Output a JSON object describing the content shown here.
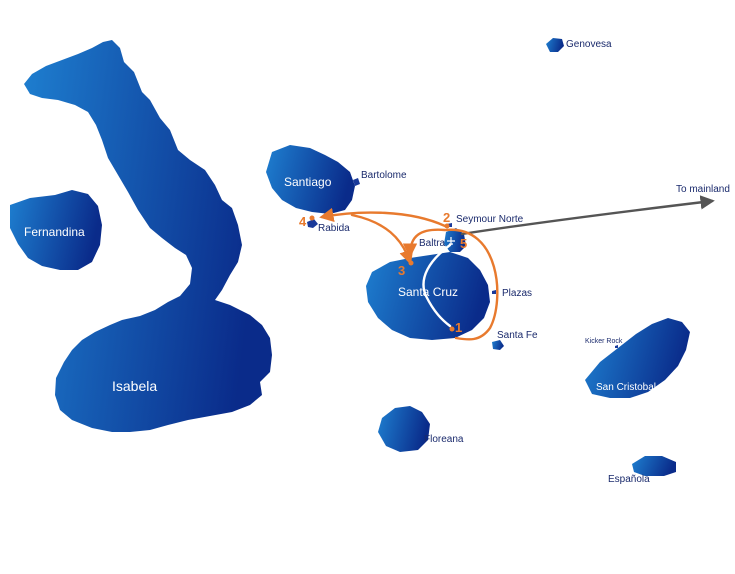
{
  "colors": {
    "island_light": "#1e7fd0",
    "island_dark": "#0a2b8a",
    "route": "#e87a2e",
    "mainland_line": "#555555",
    "inner_route": "#ffffff",
    "label_dark": "#1a2a6c"
  },
  "islands": {
    "isabela": "Isabela",
    "fernandina": "Fernandina",
    "santiago": "Santiago",
    "santa_cruz": "Santa Cruz",
    "san_cristobal": "San Cristobal",
    "floreana": "Floreana",
    "espanola": "Española",
    "genovesa": "Genovesa",
    "bartolome": "Bartolome",
    "rabida": "Rabida",
    "seymour_norte": "Seymour Norte",
    "baltra": "Baltra",
    "plazas": "Plazas",
    "santa_fe": "Santa Fe",
    "kicker_rock": "Kicker Rock"
  },
  "mainland_label": "To mainland",
  "stops": [
    "1",
    "2",
    "3",
    "4",
    "5"
  ],
  "airport_icon": "airplane-icon"
}
